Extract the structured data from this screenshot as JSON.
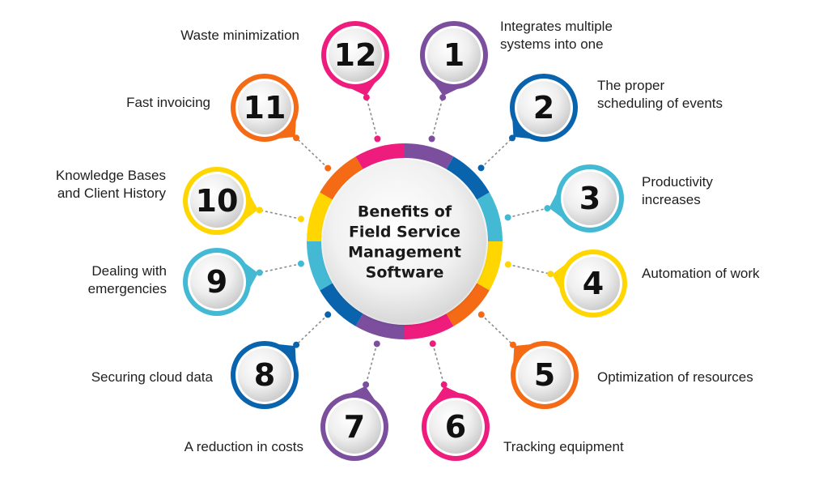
{
  "center": {
    "lines": [
      "Benefits of",
      "Field Service",
      "Management",
      "Software"
    ]
  },
  "colors": {
    "purple": "#7b4f9e",
    "blue": "#0a64ad",
    "cyan": "#44b9d4",
    "yellow": "#ffd600",
    "orange": "#f56a14",
    "pink": "#ee1c7c"
  },
  "benefits": [
    {
      "num": "1",
      "label": "Integrates multiple\nsystems into one",
      "color": "#7b4f9e"
    },
    {
      "num": "2",
      "label": "The proper\nscheduling of events",
      "color": "#0a64ad"
    },
    {
      "num": "3",
      "label": "Productivity\nincreases",
      "color": "#44b9d4"
    },
    {
      "num": "4",
      "label": "Automation of work",
      "color": "#ffd600"
    },
    {
      "num": "5",
      "label": "Optimization of resources",
      "color": "#f56a14"
    },
    {
      "num": "6",
      "label": "Tracking equipment",
      "color": "#ee1c7c"
    },
    {
      "num": "7",
      "label": "A reduction in costs",
      "color": "#7b4f9e"
    },
    {
      "num": "8",
      "label": "Securing cloud data",
      "color": "#0a64ad"
    },
    {
      "num": "9",
      "label": "Dealing with\nemergencies",
      "color": "#44b9d4"
    },
    {
      "num": "10",
      "label": "Knowledge Bases\nand Client History",
      "color": "#ffd600"
    },
    {
      "num": "11",
      "label": "Fast invoicing",
      "color": "#f56a14"
    },
    {
      "num": "12",
      "label": "Waste minimization",
      "color": "#ee1c7c"
    }
  ]
}
